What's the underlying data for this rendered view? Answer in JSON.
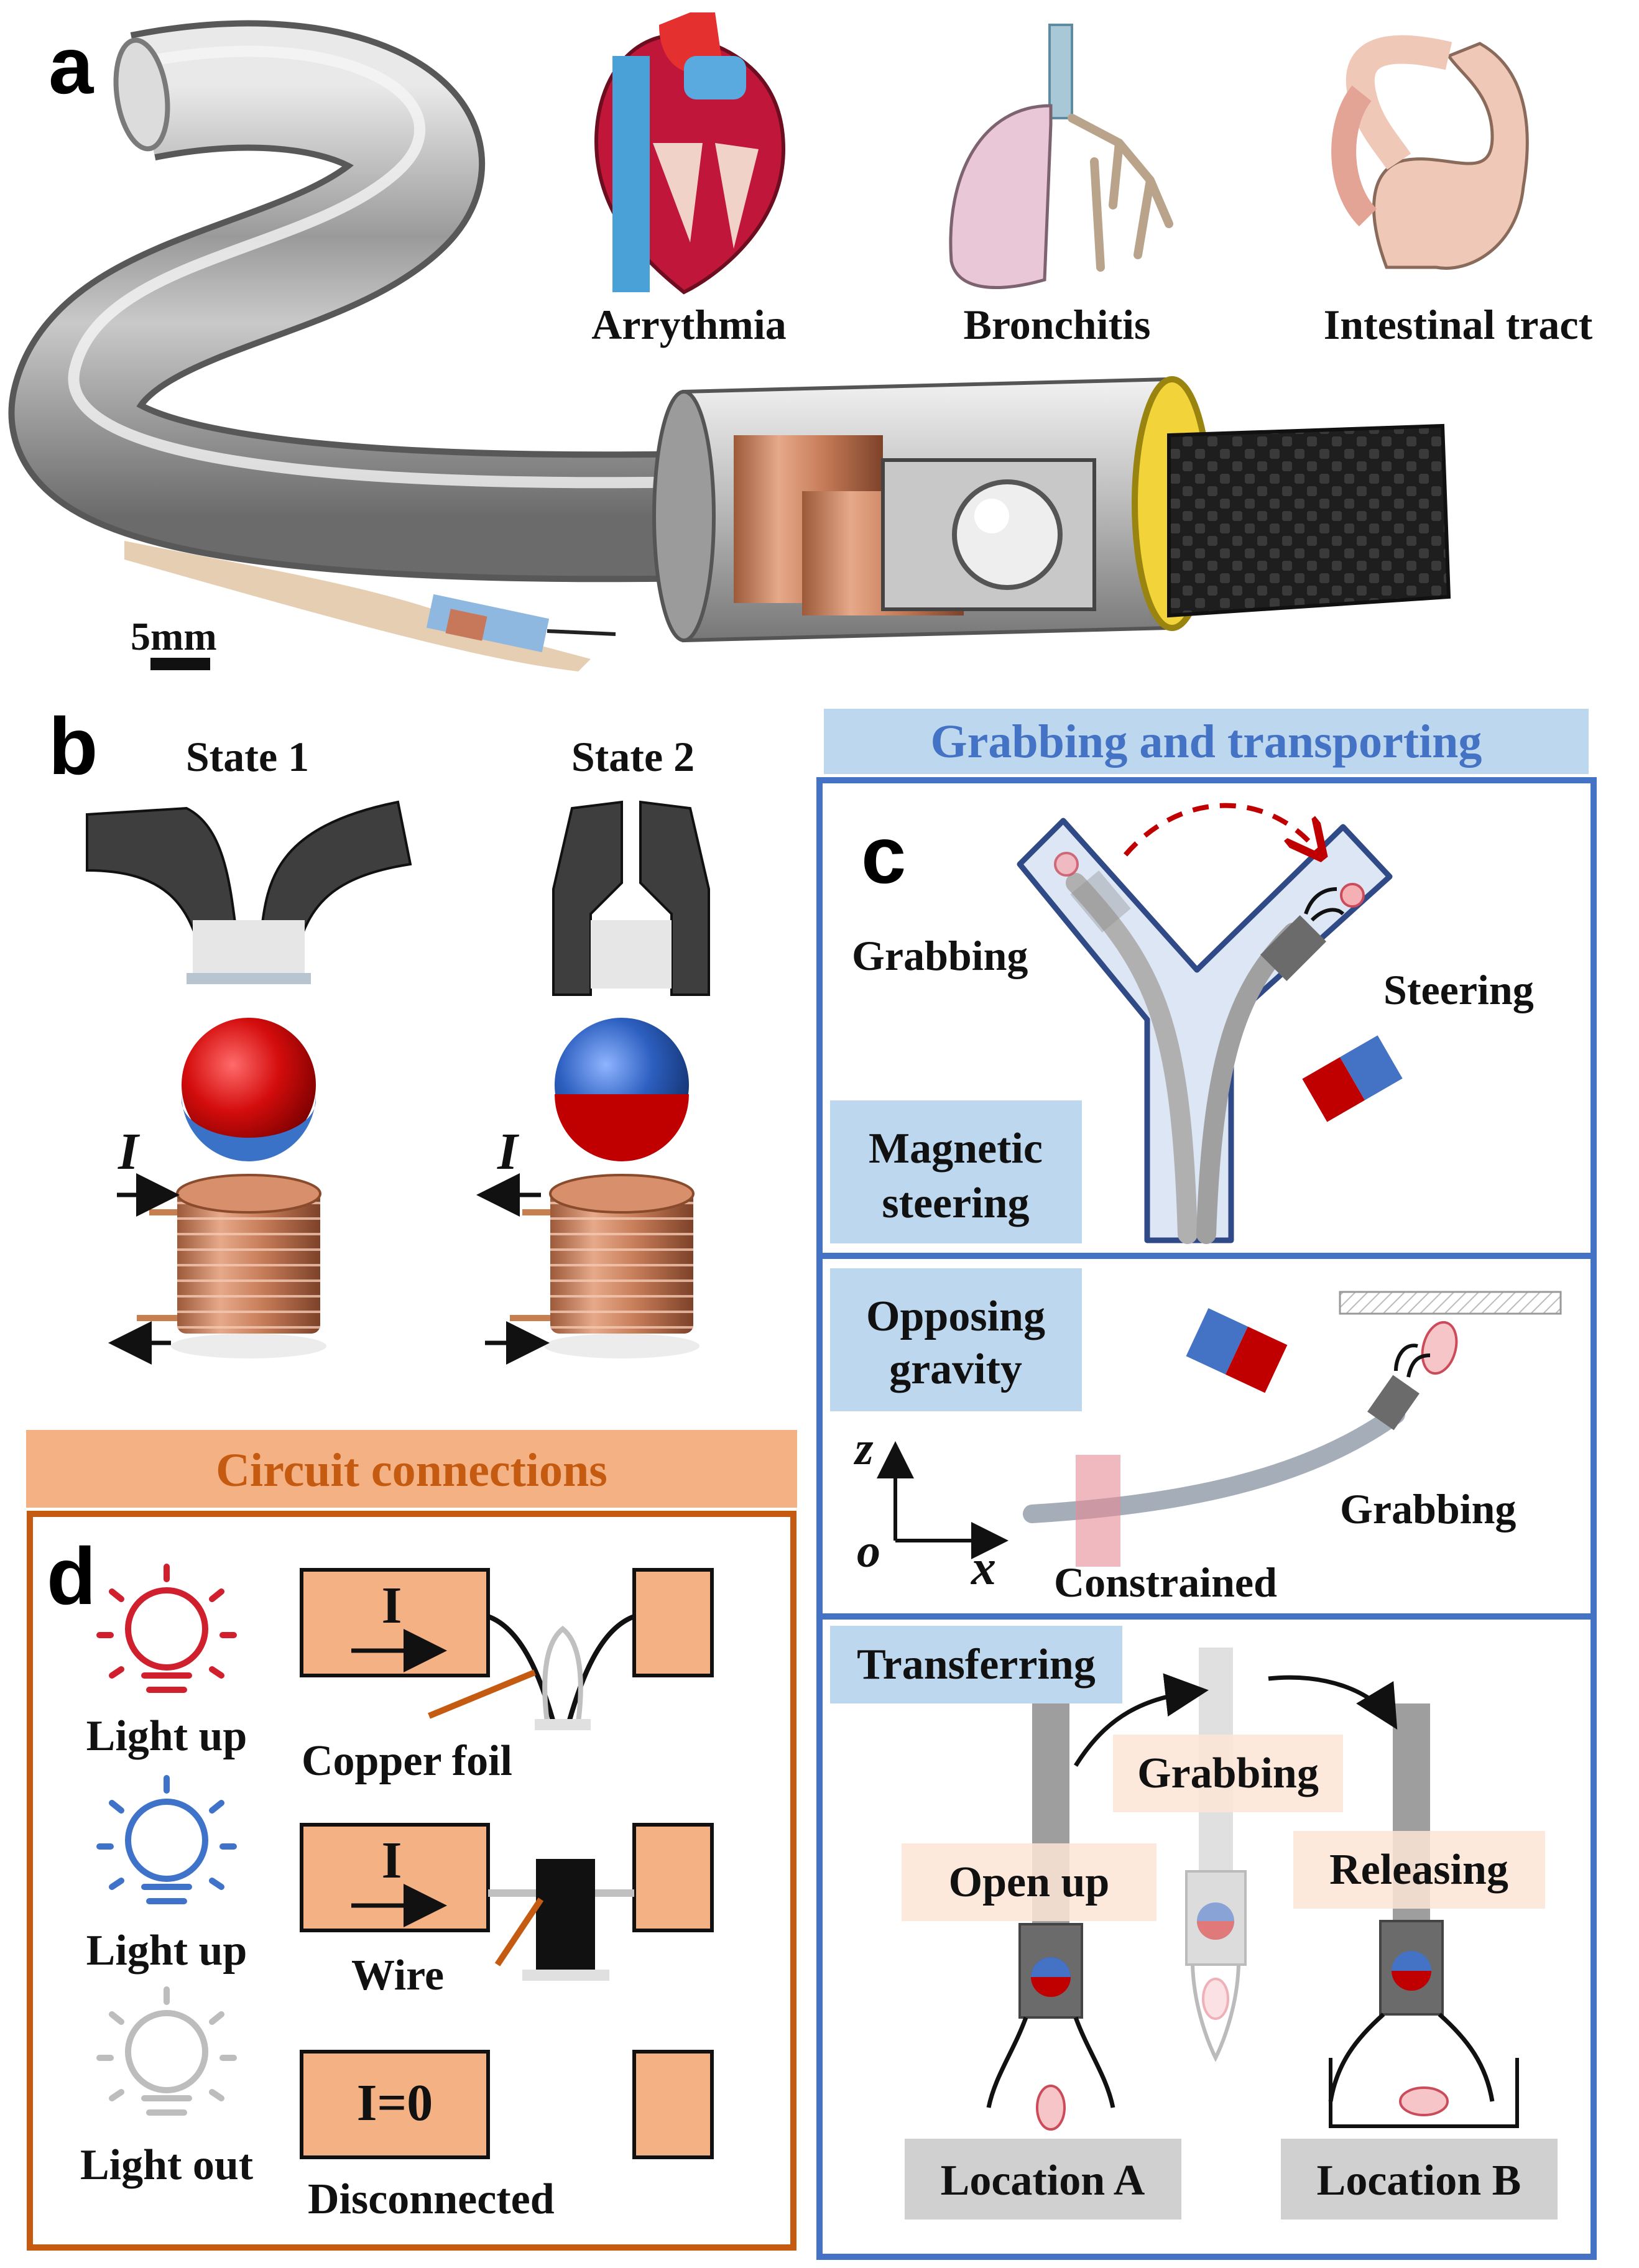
{
  "panels": {
    "a": "a",
    "b": "b",
    "c": "c",
    "d": "d"
  },
  "panel_a": {
    "organs": [
      "Arrythmia",
      "Bronchitis",
      "Intestinal tract"
    ],
    "scale_bar": "5mm"
  },
  "panel_b": {
    "state1": "State 1",
    "state2": "State 2",
    "current1": "I",
    "current2": "I"
  },
  "panel_c": {
    "header": "Grabbing and transporting",
    "steer_box": {
      "label": "Magnetic\nsteering",
      "line1": "Magnetic",
      "line2": "steering",
      "grabbing": "Grabbing",
      "steering": "Steering"
    },
    "gravity_box": {
      "line1": "Opposing",
      "line2": "gravity",
      "z": "z",
      "o": "o",
      "x": "x",
      "grabbing": "Grabbing",
      "constrained": "Constrained"
    },
    "transfer_box": {
      "label": "Transferring",
      "open_up": "Open up",
      "grabbing": "Grabbing",
      "releasing": "Releasing",
      "location_a": "Location A",
      "location_b": "Location B"
    }
  },
  "panel_d": {
    "header": "Circuit connections",
    "rows": [
      {
        "bulb": "Light up",
        "current": "I",
        "component": "Copper foil",
        "bulb_color": "#d0202e"
      },
      {
        "bulb": "Light up",
        "current": "I",
        "component": "Wire",
        "bulb_color": "#3f73c9"
      },
      {
        "bulb": "Light out",
        "current": "I=0",
        "component": "Disconnected",
        "bulb_color": "#bdbdbd"
      }
    ]
  },
  "colors": {
    "panel_c_border": "#4472c4",
    "panel_c_header_bg": "#bdd7ee",
    "panel_c_header_text": "#4472c4",
    "panel_d_border": "#c55a11",
    "panel_d_header_bg": "#f4b183",
    "panel_d_header_text": "#c55a11",
    "magnet_red": "#c00000",
    "magnet_blue": "#4472c4",
    "copper": "#c87f4f"
  }
}
